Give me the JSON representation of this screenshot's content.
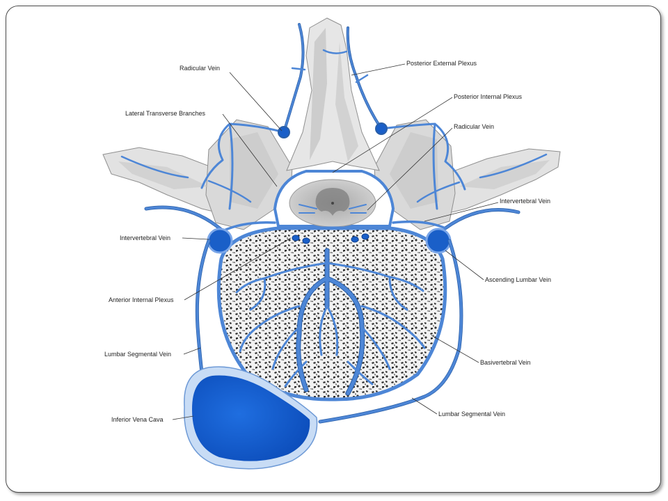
{
  "labels": {
    "radicular_vein_left": "Radicular Vein",
    "posterior_external_plexus": "Posterior External Plexus",
    "posterior_internal_plexus": "Posterior Internal Plexus",
    "lateral_transverse_branches": "Lateral Transverse Branches",
    "radicular_vein_right": "Radicular Vein",
    "intervertebral_vein_right": "Intervertebral Vein",
    "intervertebral_vein_left": "Intervertebral Vein",
    "ascending_lumbar_vein": "Ascending Lumbar Vein",
    "anterior_internal_plexus": "Anterior Internal Plexus",
    "lumbar_segmental_vein_left": "Lumbar Segmental Vein",
    "basivertebral_vein": "Basivertebral Vein",
    "inferior_vena_cava": "Inferior Vena Cava",
    "lumbar_segmental_vein_right": "Lumbar Segmental Vein"
  },
  "colors": {
    "vein": "#4d86d6",
    "vein_dark": "#1a5fc8",
    "bone": "#e4e4e4",
    "bone_shadow": "#b8b8b8",
    "frame": "#4a4a4a"
  }
}
